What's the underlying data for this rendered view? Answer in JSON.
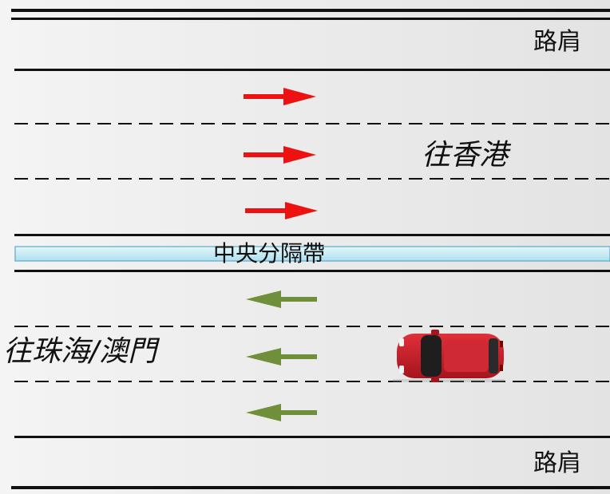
{
  "labels": {
    "shoulder_top": "路肩",
    "shoulder_bottom": "路肩",
    "direction_hk": "往香港",
    "direction_zhuhai_macau": "往珠海/澳門",
    "median": "中央分隔帶"
  },
  "colors": {
    "background": "#e9e9e9",
    "line": "#111111",
    "median_fill": "#c8ecf6",
    "median_border": "#5aa9c8",
    "arrow_to_hk": "#ee1111",
    "arrow_to_zhuhai": "#6f8f3a",
    "car_body": "#c81f2a",
    "car_glass": "#222222"
  },
  "icons": {
    "arrow_to_hk": "arrow-right-icon",
    "arrow_to_zhuhai": "arrow-left-icon",
    "vehicle": "car-icon"
  },
  "lanes": {
    "to_hk_count": 3,
    "to_zhuhai_macau_count": 3
  }
}
